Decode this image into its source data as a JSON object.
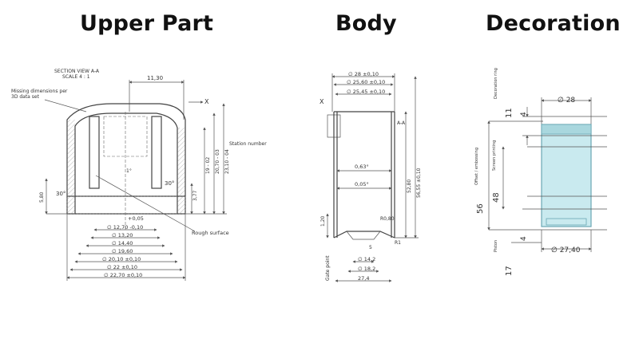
{
  "headings": {
    "upper": "Upper Part",
    "body": "Body",
    "decoration": "Decoration"
  },
  "upper": {
    "section_title": "SECTION VIEW A-A",
    "scale": "SCALE 4 : 1",
    "missing_note_1": "Missing dimensions per",
    "missing_note_2": "3D data set",
    "top_dim": "11,30",
    "marker_x": "X",
    "station": "Station number",
    "angle_1": "1° ",
    "angle_2": "30°",
    "angle_3": "30°",
    "d_19": "19 - 02",
    "d_2070": "20,70 - 03",
    "d_2310": "23,10 - 04",
    "d_377": "3,77",
    "d_580": "5,80",
    "tol_top": "+0,05",
    "d_1270": "∅ 12,70 -0,10",
    "d_1320": "∅ 13,20",
    "d_1440": "∅ 14,40",
    "d_1960": "∅ 19,60",
    "d_2010": "∅ 20,10 ±0,10",
    "d_22": "∅ 22 ±0,10",
    "d_2270": "∅ 22,70 ±0,10",
    "rough": "Rough surface"
  },
  "body": {
    "d_28": "∅ 28 ±0,10",
    "d_2560": "∅ 25,60 ±0,10",
    "d_2545": "∅ 25,45 ±0,10",
    "marker_x": "X",
    "aa": "A-A",
    "angle_063": "0,63°",
    "angle_005": "0,05°",
    "h_5655": "56,55 ±0,10",
    "h_5280": "52,80",
    "h_120": "1,20",
    "r_080": "R0,80",
    "r_1": "R1",
    "d_142": "∅ 14,2",
    "d_182": "∅ 18,2",
    "d_274": "27,4",
    "gate": "Gate point",
    "five": "5"
  },
  "deco": {
    "d_28": "∅ 28",
    "d_2740": "∅ 27,40",
    "n_11": "11",
    "n_4a": "4",
    "n_56": "56",
    "n_48": "48",
    "n_4b": "4",
    "n_17": "17",
    "ring": "Decoration ring",
    "offset": "Offset / embossing",
    "screen": "Screen printing",
    "piston": "Piston"
  },
  "colors": {
    "body_fill": "#c9eaef",
    "body_stroke": "#6aa7b3"
  }
}
